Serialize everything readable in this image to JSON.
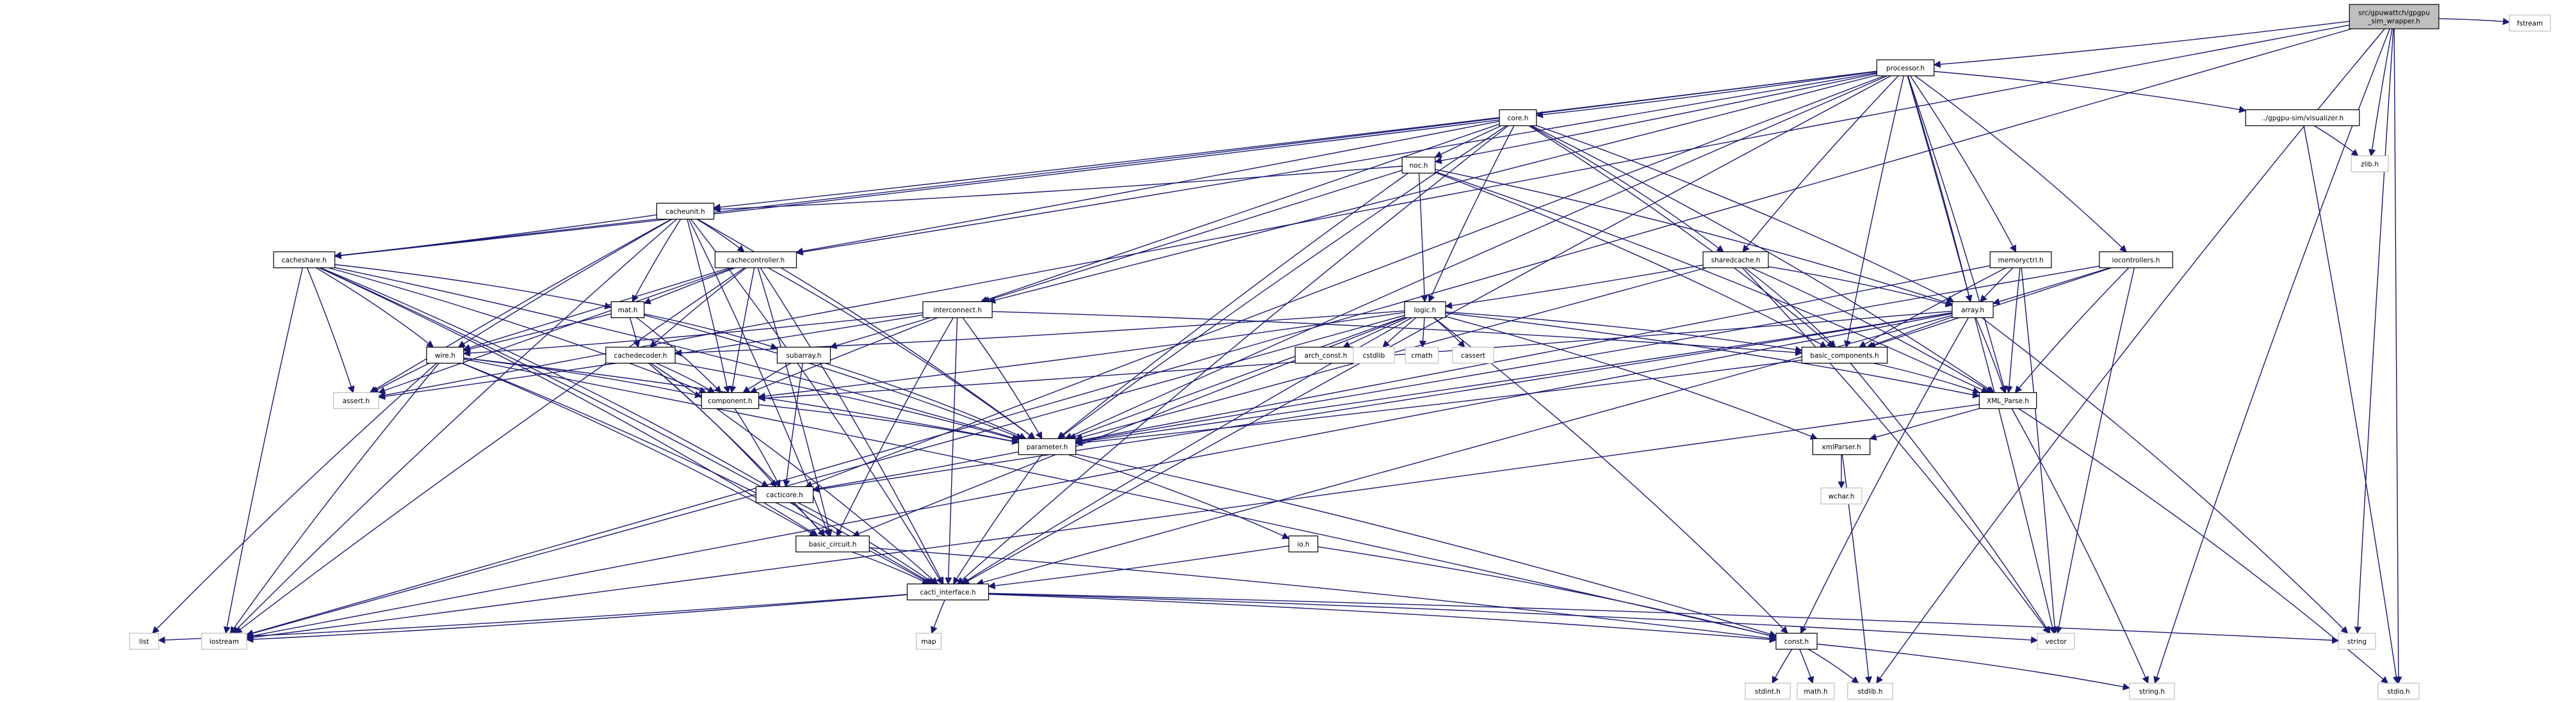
{
  "diagram": {
    "type": "include-dependency-graph",
    "edge_color": "#191970",
    "root_fill": "#bfbfbf",
    "nodes": [
      {
        "id": "root",
        "lines": [
          "src/gpuwattch/gpgpu",
          "_sim_wrapper.h"
        ],
        "style": "root"
      },
      {
        "id": "fstream",
        "lines": [
          "fstream"
        ],
        "style": "sys"
      },
      {
        "id": "processor",
        "lines": [
          "processor.h"
        ],
        "style": "normal"
      },
      {
        "id": "core",
        "lines": [
          "core.h"
        ],
        "style": "normal"
      },
      {
        "id": "gpgpu_sim_wrapper",
        "lines": [
          "../gpgpu-sim/visualizer.h"
        ],
        "style": "normal"
      },
      {
        "id": "zlib",
        "lines": [
          "zlib.h"
        ],
        "style": "sys"
      },
      {
        "id": "noc",
        "lines": [
          "noc.h"
        ],
        "style": "normal"
      },
      {
        "id": "cacheunit",
        "lines": [
          "cacheunit.h"
        ],
        "style": "normal"
      },
      {
        "id": "memoryctrl",
        "lines": [
          "memoryctrl.h"
        ],
        "style": "normal"
      },
      {
        "id": "iocontrollers",
        "lines": [
          "iocontrollers.h"
        ],
        "style": "normal"
      },
      {
        "id": "sharedcache",
        "lines": [
          "sharedcache.h"
        ],
        "style": "normal"
      },
      {
        "id": "cacheshare",
        "lines": [
          "cacheshare.h"
        ],
        "style": "normal"
      },
      {
        "id": "cachecontroller",
        "lines": [
          "cachecontroller.h"
        ],
        "style": "normal"
      },
      {
        "id": "interconnect",
        "lines": [
          "interconnect.h"
        ],
        "style": "normal"
      },
      {
        "id": "logic",
        "lines": [
          "logic.h"
        ],
        "style": "normal"
      },
      {
        "id": "array",
        "lines": [
          "array.h"
        ],
        "style": "normal"
      },
      {
        "id": "mat",
        "lines": [
          "mat.h"
        ],
        "style": "normal"
      },
      {
        "id": "wire",
        "lines": [
          "wire.h"
        ],
        "style": "normal"
      },
      {
        "id": "assert",
        "lines": [
          "assert.h"
        ],
        "style": "sys"
      },
      {
        "id": "decoder",
        "lines": [
          "cachedecoder.h"
        ],
        "style": "normal"
      },
      {
        "id": "subarray",
        "lines": [
          "subarray.h"
        ],
        "style": "normal"
      },
      {
        "id": "arch_const",
        "lines": [
          "arch_const.h"
        ],
        "style": "normal"
      },
      {
        "id": "cstdlib",
        "lines": [
          "cstdlib"
        ],
        "style": "sys"
      },
      {
        "id": "cmath",
        "lines": [
          "cmath"
        ],
        "style": "sys"
      },
      {
        "id": "cassert",
        "lines": [
          "cassert"
        ],
        "style": "sys"
      },
      {
        "id": "basic_components",
        "lines": [
          "basic_components.h"
        ],
        "style": "normal"
      },
      {
        "id": "component",
        "lines": [
          "component.h"
        ],
        "style": "normal"
      },
      {
        "id": "xml_parse",
        "lines": [
          "XML_Parse.h"
        ],
        "style": "normal"
      },
      {
        "id": "parameter",
        "lines": [
          "parameter.h"
        ],
        "style": "normal"
      },
      {
        "id": "xmlparser",
        "lines": [
          "xmlParser.h"
        ],
        "style": "normal"
      },
      {
        "id": "wchar",
        "lines": [
          "wchar.h"
        ],
        "style": "sys"
      },
      {
        "id": "cacticore",
        "lines": [
          "cacticore.h"
        ],
        "style": "normal"
      },
      {
        "id": "io",
        "lines": [
          "io.h"
        ],
        "style": "normal"
      },
      {
        "id": "basic_circuit",
        "lines": [
          "basic_circuit.h"
        ],
        "style": "normal"
      },
      {
        "id": "cacti_interface",
        "lines": [
          "cacti_interface.h"
        ],
        "style": "normal"
      },
      {
        "id": "list",
        "lines": [
          "list"
        ],
        "style": "sys"
      },
      {
        "id": "iostream",
        "lines": [
          "iostream"
        ],
        "style": "sys"
      },
      {
        "id": "map",
        "lines": [
          "map"
        ],
        "style": "sys"
      },
      {
        "id": "const",
        "lines": [
          "const.h"
        ],
        "style": "normal"
      },
      {
        "id": "vector",
        "lines": [
          "vector"
        ],
        "style": "sys"
      },
      {
        "id": "string",
        "lines": [
          "string"
        ],
        "style": "sys"
      },
      {
        "id": "stdint",
        "lines": [
          "stdint.h"
        ],
        "style": "sys"
      },
      {
        "id": "math",
        "lines": [
          "math.h"
        ],
        "style": "sys"
      },
      {
        "id": "stdlib",
        "lines": [
          "stdlib.h"
        ],
        "style": "sys"
      },
      {
        "id": "string_h",
        "lines": [
          "string.h"
        ],
        "style": "sys"
      },
      {
        "id": "stdio",
        "lines": [
          "stdio.h"
        ],
        "style": "sys"
      }
    ],
    "edges": [
      [
        "root",
        "fstream"
      ],
      [
        "root",
        "processor"
      ],
      [
        "root",
        "zlib"
      ],
      [
        "root",
        "iostream"
      ],
      [
        "root",
        "string"
      ],
      [
        "root",
        "stdio"
      ],
      [
        "root",
        "stdlib"
      ],
      [
        "root",
        "string_h"
      ],
      [
        "root",
        "assert"
      ],
      [
        "processor",
        "core"
      ],
      [
        "processor",
        "gpgpu_sim_wrapper"
      ],
      [
        "processor",
        "noc"
      ],
      [
        "processor",
        "cacheunit"
      ],
      [
        "processor",
        "memoryctrl"
      ],
      [
        "processor",
        "iocontrollers"
      ],
      [
        "processor",
        "sharedcache"
      ],
      [
        "processor",
        "cacheshare"
      ],
      [
        "processor",
        "cachecontroller"
      ],
      [
        "processor",
        "interconnect"
      ],
      [
        "processor",
        "array"
      ],
      [
        "processor",
        "basic_components"
      ],
      [
        "processor",
        "xml_parse"
      ],
      [
        "processor",
        "parameter"
      ],
      [
        "processor",
        "cacti_interface"
      ],
      [
        "processor",
        "vector"
      ],
      [
        "processor",
        "cacticore"
      ],
      [
        "gpgpu_sim_wrapper",
        "zlib"
      ],
      [
        "gpgpu_sim_wrapper",
        "stdio"
      ],
      [
        "core",
        "noc"
      ],
      [
        "core",
        "logic"
      ],
      [
        "core",
        "array"
      ],
      [
        "core",
        "sharedcache"
      ],
      [
        "core",
        "interconnect"
      ],
      [
        "core",
        "cacheshare"
      ],
      [
        "core",
        "cachecontroller"
      ],
      [
        "core",
        "basic_components"
      ],
      [
        "core",
        "xml_parse"
      ],
      [
        "core",
        "parameter"
      ],
      [
        "core",
        "cacti_interface"
      ],
      [
        "noc",
        "cacheunit"
      ],
      [
        "noc",
        "interconnect"
      ],
      [
        "noc",
        "logic"
      ],
      [
        "noc",
        "array"
      ],
      [
        "noc",
        "basic_components"
      ],
      [
        "noc",
        "xml_parse"
      ],
      [
        "noc",
        "parameter"
      ],
      [
        "cacheunit",
        "cacheshare"
      ],
      [
        "cacheunit",
        "cachecontroller"
      ],
      [
        "cacheunit",
        "mat"
      ],
      [
        "cacheunit",
        "wire"
      ],
      [
        "cacheunit",
        "component"
      ],
      [
        "cacheunit",
        "parameter"
      ],
      [
        "cacheunit",
        "assert"
      ],
      [
        "cacheunit",
        "iostream"
      ],
      [
        "cacheunit",
        "cacti_interface"
      ],
      [
        "cacheunit",
        "basic_circuit"
      ],
      [
        "cacheshare",
        "mat"
      ],
      [
        "cacheshare",
        "wire"
      ],
      [
        "cacheshare",
        "component"
      ],
      [
        "cacheshare",
        "parameter"
      ],
      [
        "cacheshare",
        "assert"
      ],
      [
        "cacheshare",
        "iostream"
      ],
      [
        "cacheshare",
        "cacti_interface"
      ],
      [
        "cacheshare",
        "basic_circuit"
      ],
      [
        "cacheshare",
        "cacticore"
      ],
      [
        "cachecontroller",
        "mat"
      ],
      [
        "cachecontroller",
        "decoder"
      ],
      [
        "cachecontroller",
        "wire"
      ],
      [
        "cachecontroller",
        "component"
      ],
      [
        "cachecontroller",
        "parameter"
      ],
      [
        "cachecontroller",
        "assert"
      ],
      [
        "cachecontroller",
        "iostream"
      ],
      [
        "cachecontroller",
        "cacti_interface"
      ],
      [
        "cachecontroller",
        "basic_circuit"
      ],
      [
        "interconnect",
        "wire"
      ],
      [
        "interconnect",
        "component"
      ],
      [
        "interconnect",
        "subarray"
      ],
      [
        "interconnect",
        "parameter"
      ],
      [
        "interconnect",
        "basic_circuit"
      ],
      [
        "interconnect",
        "assert"
      ],
      [
        "interconnect",
        "cacti_interface"
      ],
      [
        "interconnect",
        "basic_components"
      ],
      [
        "memoryctrl",
        "array"
      ],
      [
        "memoryctrl",
        "basic_components"
      ],
      [
        "memoryctrl",
        "xml_parse"
      ],
      [
        "memoryctrl",
        "parameter"
      ],
      [
        "memoryctrl",
        "vector"
      ],
      [
        "iocontrollers",
        "array"
      ],
      [
        "iocontrollers",
        "basic_components"
      ],
      [
        "iocontrollers",
        "xml_parse"
      ],
      [
        "iocontrollers",
        "parameter"
      ],
      [
        "iocontrollers",
        "vector"
      ],
      [
        "sharedcache",
        "array"
      ],
      [
        "sharedcache",
        "logic"
      ],
      [
        "sharedcache",
        "basic_components"
      ],
      [
        "sharedcache",
        "xml_parse"
      ],
      [
        "sharedcache",
        "parameter"
      ],
      [
        "sharedcache",
        "vector"
      ],
      [
        "logic",
        "arch_const"
      ],
      [
        "logic",
        "cstdlib"
      ],
      [
        "logic",
        "cmath"
      ],
      [
        "logic",
        "cassert"
      ],
      [
        "logic",
        "basic_components"
      ],
      [
        "logic",
        "component"
      ],
      [
        "logic",
        "xml_parse"
      ],
      [
        "logic",
        "parameter"
      ],
      [
        "logic",
        "xmlparser"
      ],
      [
        "logic",
        "decoder"
      ],
      [
        "logic",
        "basic_circuit"
      ],
      [
        "logic",
        "cacti_interface"
      ],
      [
        "logic",
        "const"
      ],
      [
        "logic",
        "iostream"
      ],
      [
        "array",
        "basic_components"
      ],
      [
        "array",
        "component"
      ],
      [
        "array",
        "xml_parse"
      ],
      [
        "array",
        "parameter"
      ],
      [
        "array",
        "const"
      ],
      [
        "array",
        "cacti_interface"
      ],
      [
        "array",
        "string"
      ],
      [
        "array",
        "iostream"
      ],
      [
        "array",
        "cacticore"
      ],
      [
        "mat",
        "wire"
      ],
      [
        "mat",
        "decoder"
      ],
      [
        "mat",
        "subarray"
      ],
      [
        "mat",
        "component"
      ],
      [
        "mat",
        "parameter"
      ],
      [
        "wire",
        "assert"
      ],
      [
        "wire",
        "component"
      ],
      [
        "wire",
        "parameter"
      ],
      [
        "wire",
        "basic_circuit"
      ],
      [
        "wire",
        "cacti_interface"
      ],
      [
        "wire",
        "iostream"
      ],
      [
        "wire",
        "list"
      ],
      [
        "wire",
        "const"
      ],
      [
        "decoder",
        "component"
      ],
      [
        "decoder",
        "parameter"
      ],
      [
        "decoder",
        "cacticore"
      ],
      [
        "decoder",
        "basic_circuit"
      ],
      [
        "decoder",
        "cacti_interface"
      ],
      [
        "subarray",
        "component"
      ],
      [
        "subarray",
        "parameter"
      ],
      [
        "subarray",
        "cacticore"
      ],
      [
        "basic_components",
        "xml_parse"
      ],
      [
        "basic_components",
        "vector"
      ],
      [
        "basic_components",
        "parameter"
      ],
      [
        "component",
        "parameter"
      ],
      [
        "component",
        "cacticore"
      ],
      [
        "xml_parse",
        "xmlparser"
      ],
      [
        "xml_parse",
        "string_h"
      ],
      [
        "xml_parse",
        "stdio"
      ],
      [
        "xml_parse",
        "iostream"
      ],
      [
        "xmlparser",
        "wchar"
      ],
      [
        "xmlparser",
        "stdlib"
      ],
      [
        "parameter",
        "cacticore"
      ],
      [
        "parameter",
        "io"
      ],
      [
        "parameter",
        "cacti_interface"
      ],
      [
        "parameter",
        "const"
      ],
      [
        "cacticore",
        "basic_circuit"
      ],
      [
        "cacticore",
        "cacti_interface"
      ],
      [
        "io",
        "cacti_interface"
      ],
      [
        "io",
        "const"
      ],
      [
        "basic_circuit",
        "cacti_interface"
      ],
      [
        "basic_circuit",
        "const"
      ],
      [
        "cacti_interface",
        "list"
      ],
      [
        "cacti_interface",
        "iostream"
      ],
      [
        "cacti_interface",
        "map"
      ],
      [
        "cacti_interface",
        "const"
      ],
      [
        "cacti_interface",
        "vector"
      ],
      [
        "cacti_interface",
        "string"
      ],
      [
        "const",
        "stdint"
      ],
      [
        "const",
        "math"
      ],
      [
        "const",
        "stdlib"
      ],
      [
        "const",
        "string_h"
      ]
    ]
  }
}
